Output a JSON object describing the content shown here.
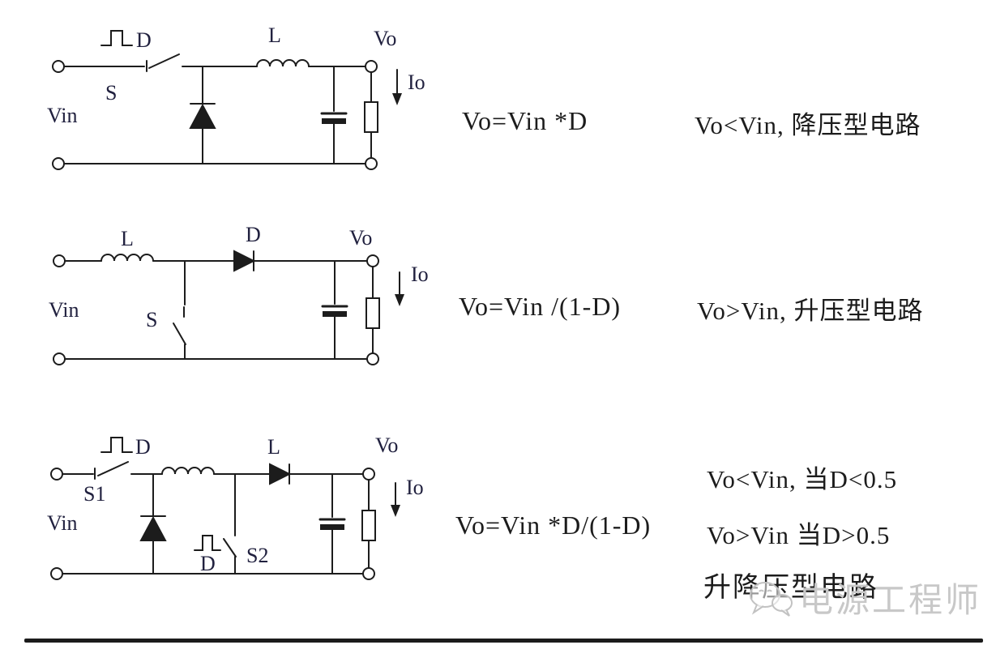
{
  "page": {
    "background": "#ffffff",
    "ink_color": "#1c1c1c",
    "label_color": "#21213f",
    "watermark_color": "#c8c8c8",
    "bottom_bar_color": "#1b1b1b"
  },
  "circuits": [
    {
      "name": "buck",
      "labels": {
        "pulse_d": "D",
        "switch": "S",
        "vin": "Vin",
        "inductor": "L",
        "vout": "Vo",
        "iout": "Io"
      },
      "formula": "Vo=Vin *D",
      "description": "Vo<Vin, 降压型电路"
    },
    {
      "name": "boost",
      "labels": {
        "inductor": "L",
        "diode": "D",
        "switch": "S",
        "vin": "Vin",
        "vout": "Vo",
        "iout": "Io"
      },
      "formula": "Vo=Vin /(1-D)",
      "description": "Vo>Vin, 升压型电路"
    },
    {
      "name": "buck-boost",
      "labels": {
        "pulse_d1": "D",
        "switch1": "S1",
        "vin": "Vin",
        "inductor": "L",
        "pulse_d2": "D",
        "switch2": "S2",
        "vout": "Vo",
        "iout": "Io"
      },
      "formula": "Vo=Vin *D/(1-D)",
      "description_lines": [
        "Vo<Vin, 当D<0.5",
        "Vo>Vin 当D>0.5",
        "升降压型电路"
      ]
    }
  ],
  "watermark": {
    "text": "电源工程师",
    "icon": "wechat-chat-bubble-icon",
    "color": "#c8c8c8"
  }
}
